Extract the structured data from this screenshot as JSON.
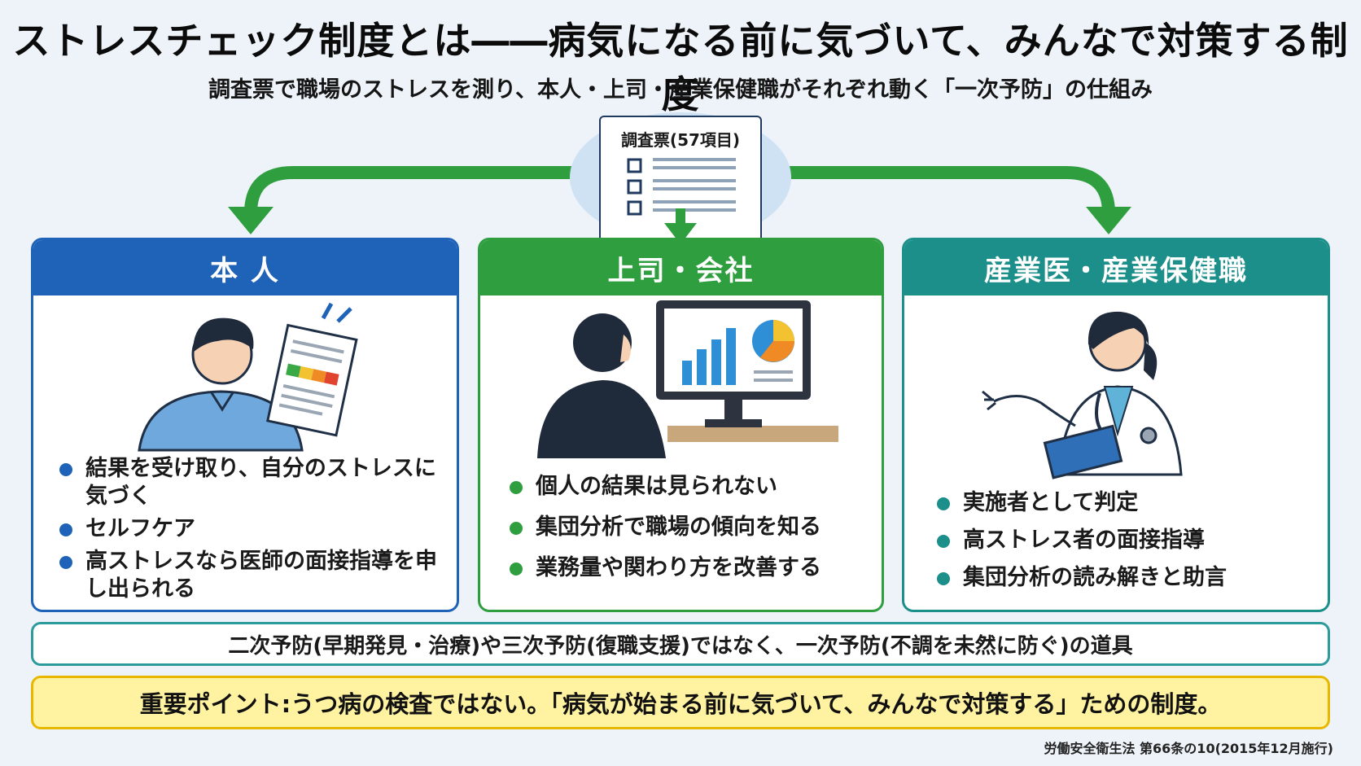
{
  "header": {
    "title": "ストレスチェック制度とは――病気になる前に気づいて、みんなで対策する制度",
    "subtitle": "調査票で職場のストレスを測り、本人・上司・産業保健職がそれぞれ動く「一次予防」の仕組み"
  },
  "survey": {
    "label": "調査票(57項目)"
  },
  "cards": [
    {
      "title": "本 人",
      "color": "#1f63b8",
      "bullets": [
        "結果を受け取り、自分のストレスに気づく",
        "セルフケア",
        "高ストレスなら医師の面接指導を申し出られる"
      ]
    },
    {
      "title": "上司・会社",
      "color": "#2f9e3f",
      "bullets": [
        "個人の結果は見られない",
        "集団分析で職場の傾向を知る",
        "業務量や関わり方を改善する"
      ]
    },
    {
      "title": "産業医・産業保健職",
      "color": "#1c8f8a",
      "bullets": [
        "実施者として判定",
        "高ストレス者の面接指導",
        "集団分析の読み解きと助言"
      ]
    }
  ],
  "note": "二次予防(早期発見・治療)や三次予防(復職支援)ではなく、一次予防(不調を未然に防ぐ)の道具",
  "key_point": "重要ポイント:うつ病の検査ではない。「病気が始まる前に気づいて、みんなで対策する」ための制度。",
  "source": "労働安全衛生法 第66条の10(2015年12月施行)"
}
